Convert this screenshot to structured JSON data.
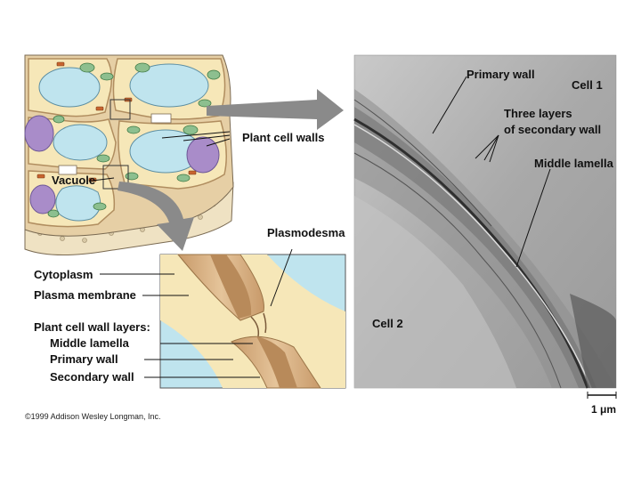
{
  "labels": {
    "primary_wall_top": "Primary wall",
    "cell1": "Cell 1",
    "three_layers_line1": "Three layers",
    "three_layers_line2": "of secondary wall",
    "middle_lamella_top": "Middle lamella",
    "plant_cell_walls": "Plant cell walls",
    "vacuole": "Vacuole",
    "plasmodesma": "Plasmodesma",
    "cytoplasm": "Cytoplasm",
    "plasma_membrane": "Plasma membrane",
    "wall_layers_title": "Plant cell wall layers:",
    "middle_lamella": "Middle lamella",
    "primary_wall": "Primary wall",
    "secondary_wall": "Secondary wall",
    "cell2": "Cell 2",
    "scale": "1 μm"
  },
  "copyright": "©1999 Addison Wesley Longman, Inc.",
  "colors": {
    "cytoplasm": "#f6e7b8",
    "vacuole": "#bfe4ee",
    "wall": "#d8b98f",
    "nucleus": "#a98cc9",
    "chloroplast": "#8dbf8f",
    "arrow": "#8a8a8a",
    "micrograph": "#b7b7b7"
  }
}
